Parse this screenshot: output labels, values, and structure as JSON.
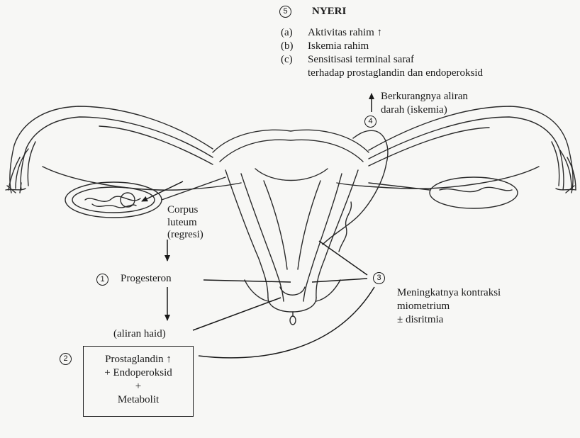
{
  "nyeri": {
    "number": "5",
    "title": "NYERI",
    "items": [
      {
        "marker": "(a)",
        "text": "Aktivitas rahim ↑"
      },
      {
        "marker": "(b)",
        "text": "Iskemia rahim"
      },
      {
        "marker": "(c)",
        "text": "Sensitisasi terminal saraf"
      }
    ],
    "item_c_line2": "terhadap prostaglandin dan endoperoksid"
  },
  "step4": {
    "number": "4",
    "line1": "Berkurangnya aliran",
    "line2": "darah (iskemia)"
  },
  "corpus": {
    "line1": "Corpus",
    "line2": "luteum",
    "line3": "(regresi)"
  },
  "step1": {
    "number": "1",
    "label": "Progesteron"
  },
  "aliran_haid": "(aliran haid)",
  "step3": {
    "number": "3",
    "line1": "Meningkatnya kontraksi",
    "line2": "miometrium",
    "line3": "± disritmia"
  },
  "step2": {
    "number": "2",
    "line1": "Prostaglandin ↑",
    "line2": "+ Endoperoksid",
    "line3": "+",
    "line4": "Metabolit"
  }
}
